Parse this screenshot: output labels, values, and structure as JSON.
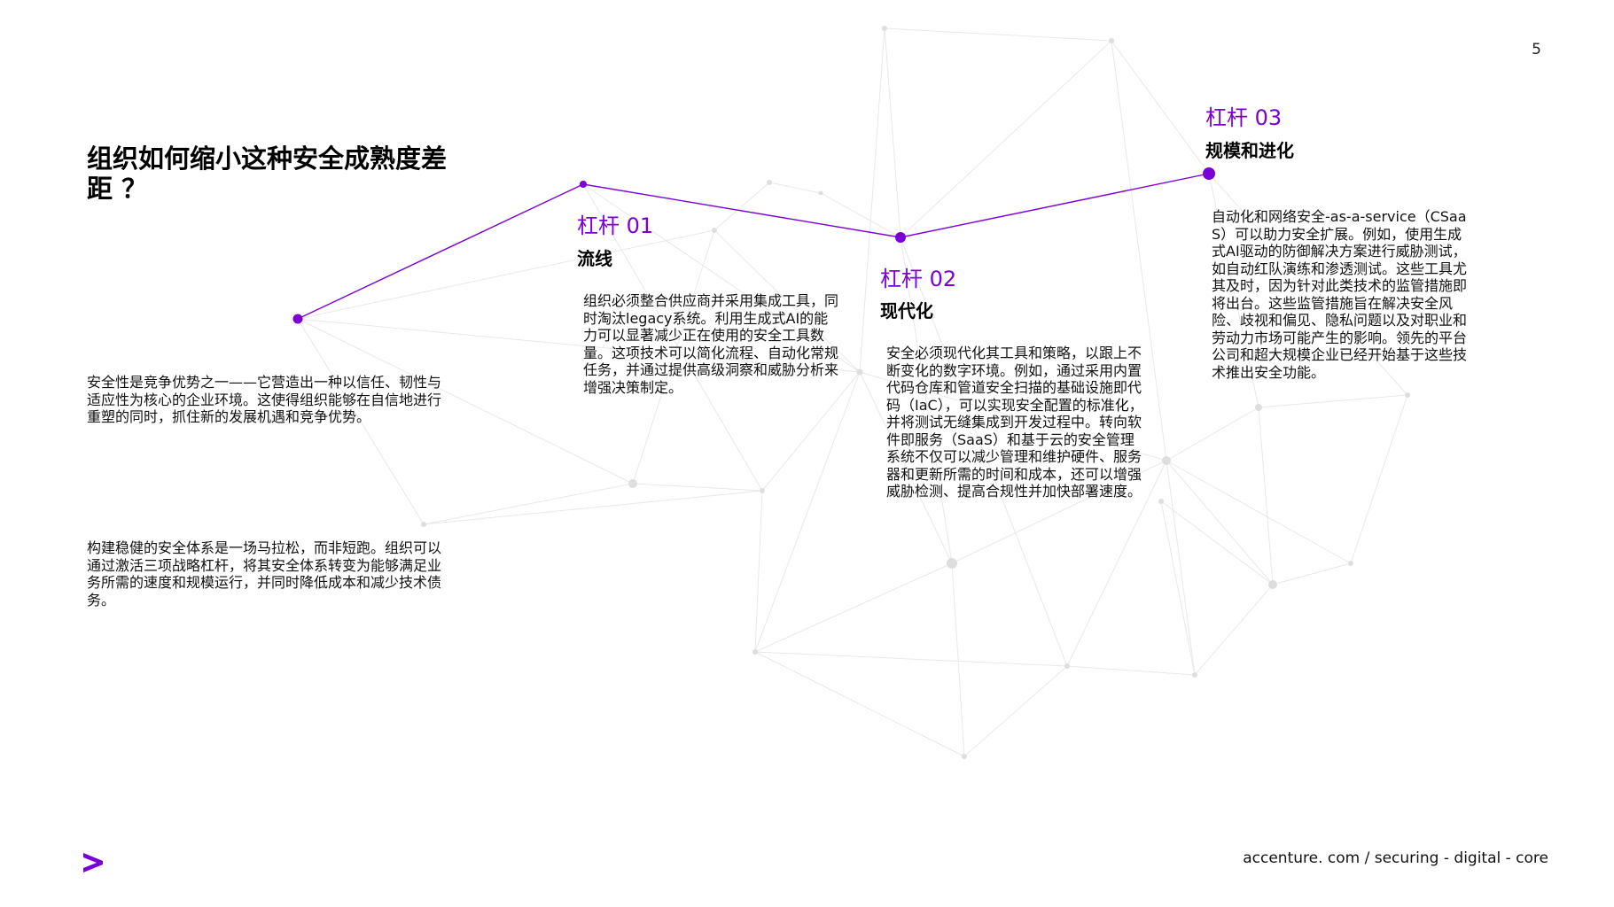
{
  "page_number": "5",
  "heading": "组织如何缩小这种安全成熟度差距 ？",
  "intro": [
    "安全性是竞争优势之一——它营造出一种以信任、韧性与适应性为核心的企业环境。这使得组织能够在自信地进行重塑的同时，抓住新的发展机遇和竞争优势。",
    "构建稳健的安全体系是一场马拉松，而非短跑。组织可以通过激活三项战略杠杆，将其安全体系转变为能够满足业务所需的速度和规模运行，并同时降低成本和减少技术债务。"
  ],
  "levers": [
    {
      "number": "杠杆 01",
      "title": "流线",
      "body": "组织必须整合供应商并采用集成工具，同时淘汰legacy系统。利用生成式AI的能力可以显著减少正在使用的安全工具数量。这项技术可以简化流程、自动化常规任务，并通过提供高级洞察和威胁分析来增强决策制定。"
    },
    {
      "number": "杠杆 02",
      "title": "现代化",
      "body": "安全必须现代化其工具和策略，以跟上不断变化的数字环境。例如，通过采用内置代码仓库和管道安全扫描的基础设施即代码（IaC），可以实现安全配置的标准化，并将测试无缝集成到开发过程中。转向软件即服务（SaaS）和基于云的安全管理系统不仅可以减少管理和维护硬件、服务器和更新所需的时间和成本，还可以增强威胁检测、提高合规性并加快部署速度。"
    },
    {
      "number": "杠杆 03",
      "title": "规模和进化",
      "body": "自动化和网络安全-as-a-service（CSaaS）可以助力安全扩展。例如，使用生成式AI驱动的防御解决方案进行威胁测试，如自动红队演练和渗透测试。这些工具尤其及时，因为针对此类技术的监管措施即将出台。这些监管措施旨在解决安全风险、歧视和偏见、隐私问题以及对职业和劳动力市场可能产生的影响。领先的平台公司和超大规模企业已经开始基于这些技术推出安全功能。"
    }
  ],
  "footer_url": "accenture. com / securing - digital - core",
  "colors": {
    "accent": "#7b00d6",
    "network_line": "#e6e6e6",
    "network_node": "#dcdcdc"
  },
  "icons": {
    "logo": "accenture-greater-than-icon"
  }
}
